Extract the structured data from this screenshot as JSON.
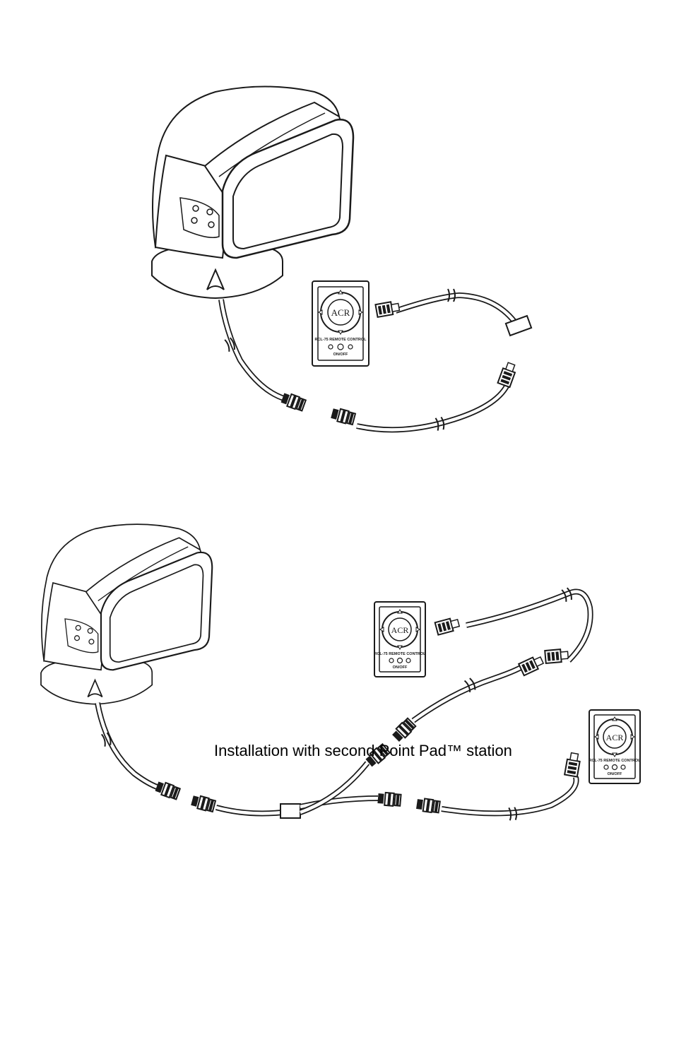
{
  "caption": "Installation with second Point Pad™ station",
  "remote_brand": "ACR",
  "remote_model_label": "RCL-75 REMOTE CONTROL",
  "remote_power_label": "ON/OFF",
  "colors": {
    "line": "#1a1a1a",
    "background": "#ffffff"
  }
}
